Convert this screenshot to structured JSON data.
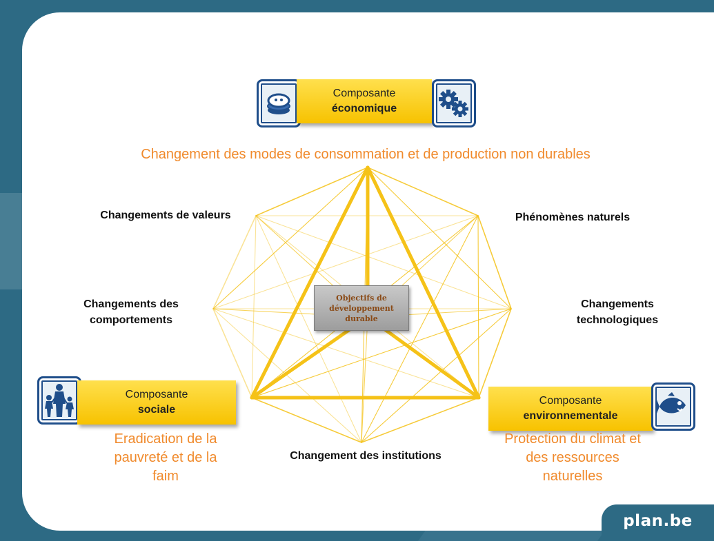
{
  "diagram": {
    "center": "Objectifs de développement durable",
    "components": {
      "economic": {
        "line1": "Composante",
        "line2": "économique",
        "icon": "coins-icon",
        "icon2": "gears-icon"
      },
      "social": {
        "line1": "Composante",
        "line2": "sociale",
        "icon": "family-icon"
      },
      "environmental": {
        "line1": "Composante",
        "line2": "environnementale",
        "icon": "fish-icon"
      }
    },
    "challenges": {
      "economic": "Changement des modes de consommation et de production non durables",
      "social": [
        "Eradication de la",
        "pauvreté et de la",
        "faim"
      ],
      "environmental": [
        "Protection du climat et",
        "des ressources",
        "naturelles"
      ]
    },
    "drivers": {
      "values": "Changements de valeurs",
      "natural": "Phénomènes naturels",
      "behaviours": [
        "Changements des",
        "comportements"
      ],
      "technology": [
        "Changements",
        "technologiques"
      ],
      "institutions": "Changement des institutions"
    },
    "colors": {
      "accent": "#f08a2c",
      "frame": "#f5c218",
      "brand": "#2d6a84"
    }
  },
  "footer": {
    "brand": "plan.be"
  }
}
